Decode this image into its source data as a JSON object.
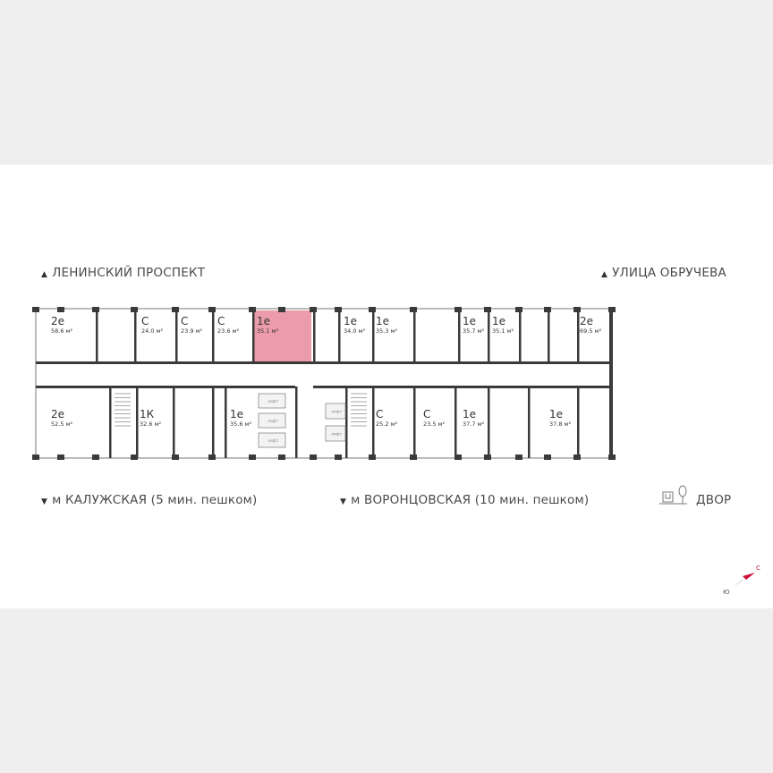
{
  "streets": {
    "top_left": "ЛЕНИНСКИЙ ПРОСПЕКТ",
    "top_right": "УЛИЦА ОБРУЧЕВА",
    "metro_1": "м КАЛУЖСКАЯ (5 мин. пешком)",
    "metro_2": "м ВОРОНЦОВСКАЯ  (10 мин. пешком)",
    "yard": "ДВОР"
  },
  "compass": {
    "north": "С",
    "south": "Ю"
  },
  "lift_label": "лифт",
  "colors": {
    "highlight": "#e88a9a",
    "walls": "#3a3a3a",
    "accent": "#d0103a"
  },
  "units_top": [
    {
      "type": "2е",
      "area": "58.6 м²"
    },
    {
      "type": "С",
      "area": "24.0 м²"
    },
    {
      "type": "С",
      "area": "23.9 м²"
    },
    {
      "type": "С",
      "area": "23.6 м²"
    },
    {
      "type": "1е",
      "area": "35.1 м²",
      "selected": true
    },
    {
      "type": "1е",
      "area": "34.0 м²"
    },
    {
      "type": "1е",
      "area": "35.3 м²"
    },
    {
      "type": "1е",
      "area": "35.7 м²"
    },
    {
      "type": "1е",
      "area": "35.1 м²"
    },
    {
      "type": "2е",
      "area": "69.5 м²"
    }
  ],
  "units_bottom": [
    {
      "type": "2е",
      "area": "52.5 м²"
    },
    {
      "type": "1К",
      "area": "32.6 м²"
    },
    {
      "type": "1е",
      "area": "35.6 м²"
    },
    {
      "type": "С",
      "area": "25.2 м²"
    },
    {
      "type": "С",
      "area": "23.5 м²"
    },
    {
      "type": "1е",
      "area": "37.7 м²"
    },
    {
      "type": "1е",
      "area": "37.8 м²"
    }
  ]
}
